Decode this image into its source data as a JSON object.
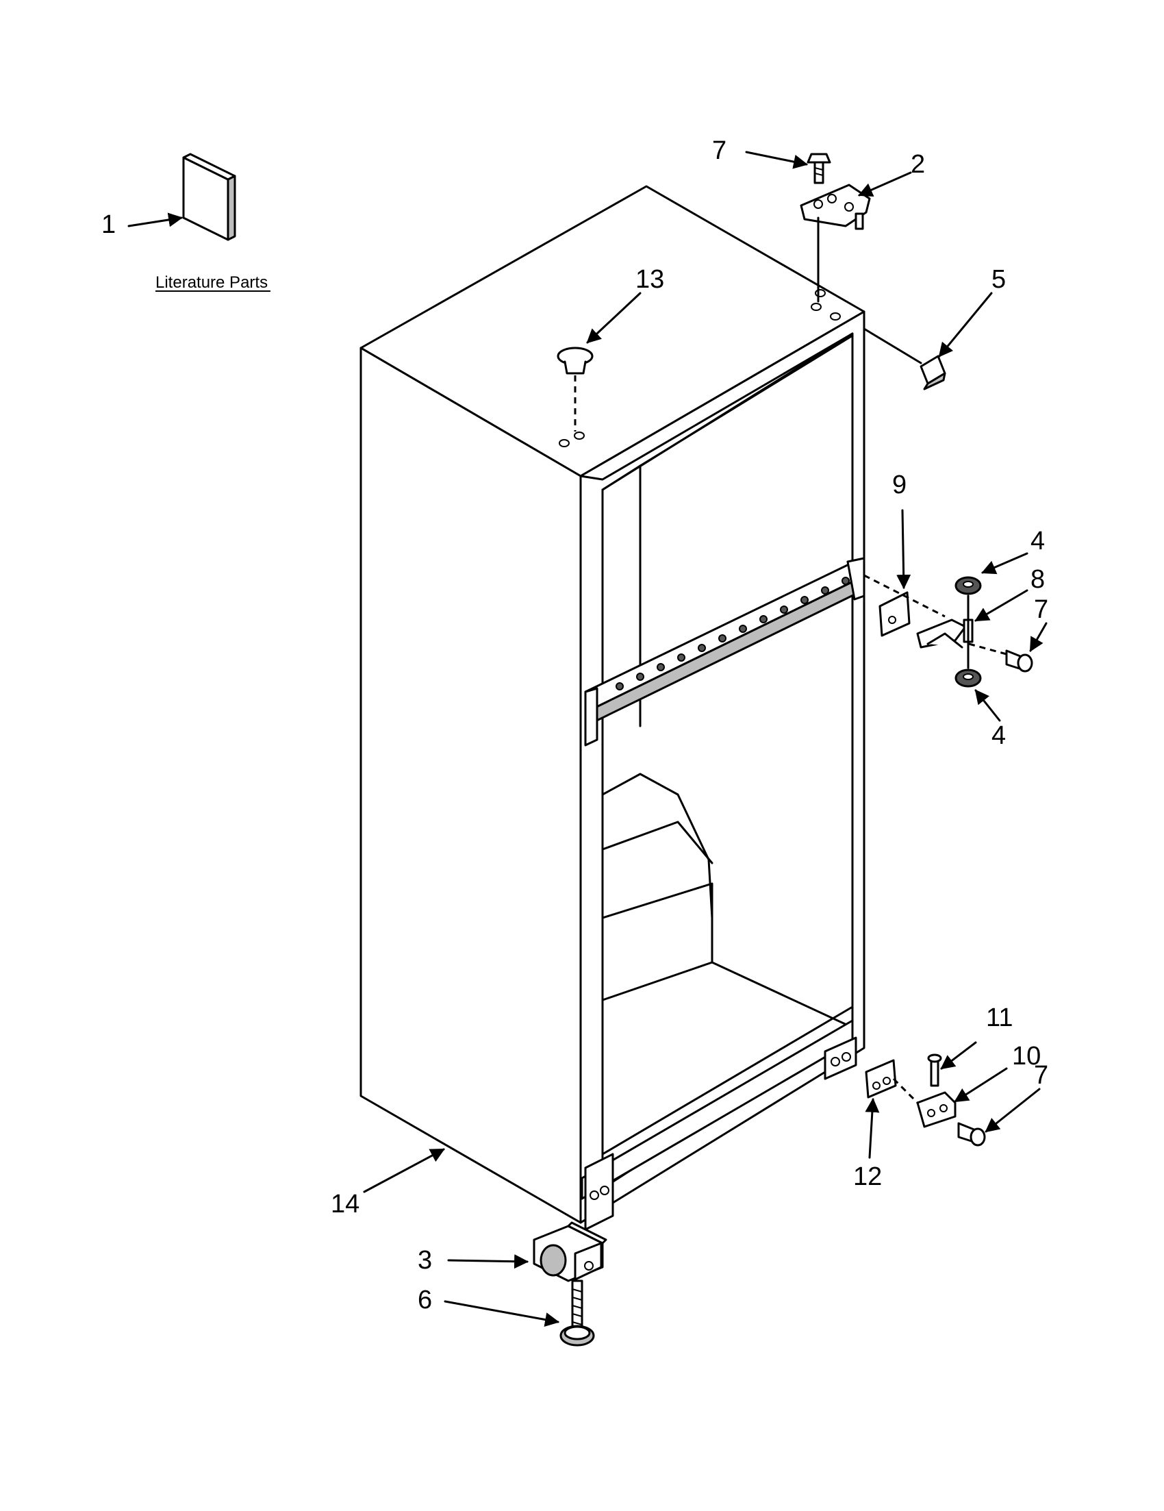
{
  "callouts": [
    {
      "id": "c1",
      "text": "1"
    },
    {
      "id": "c2",
      "text": "2"
    },
    {
      "id": "c3",
      "text": "3"
    },
    {
      "id": "c4a",
      "text": "4"
    },
    {
      "id": "c4b",
      "text": "4"
    },
    {
      "id": "c5",
      "text": "5"
    },
    {
      "id": "c6",
      "text": "6"
    },
    {
      "id": "c7a",
      "text": "7"
    },
    {
      "id": "c7b",
      "text": "7"
    },
    {
      "id": "c7c",
      "text": "7"
    },
    {
      "id": "c8",
      "text": "8"
    },
    {
      "id": "c9",
      "text": "9"
    },
    {
      "id": "c10",
      "text": "10"
    },
    {
      "id": "c11",
      "text": "11"
    },
    {
      "id": "c12",
      "text": "12"
    },
    {
      "id": "c13",
      "text": "13"
    },
    {
      "id": "c14",
      "text": "14"
    }
  ],
  "literature_label": "Literature Parts"
}
